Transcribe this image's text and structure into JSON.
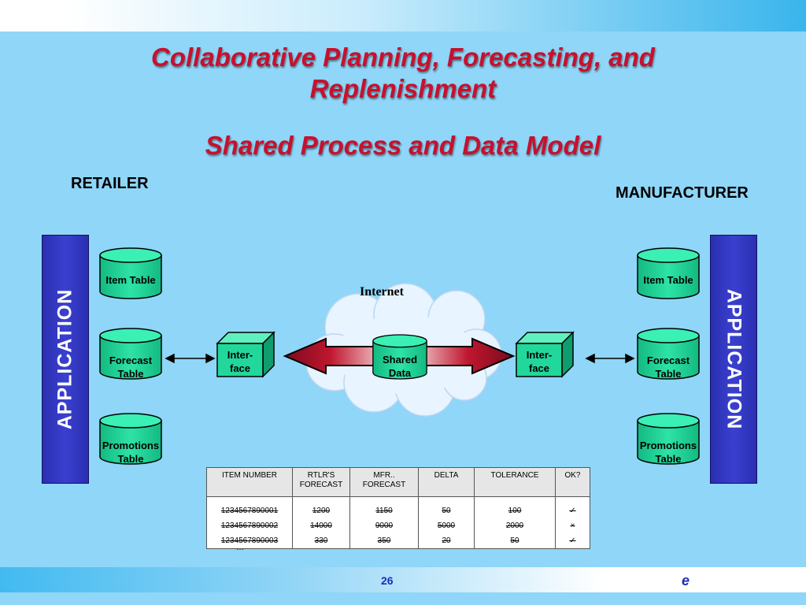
{
  "title_line1": "Collaborative Planning, Forecasting, and",
  "title_line2": "Replenishment",
  "subtitle": "Shared Process and Data Model",
  "retailer": {
    "label": "RETAILER",
    "application": "APPLICATION",
    "tables": [
      "Item Table",
      "Forecast Table",
      "Promotions Table"
    ],
    "interface": "Inter-\nface"
  },
  "manufacturer": {
    "label": "MANUFACTURER",
    "application": "APPLICATION",
    "tables": [
      "Item Table",
      "Forecast Table",
      "Promotions Table"
    ],
    "interface": "Inter-\nface"
  },
  "internet": {
    "label": "Internet",
    "shared": "Shared\nData"
  },
  "data_table": {
    "headers": [
      "ITEM NUMBER",
      "RTLR'S FORECAST",
      "MFR.. FORECAST",
      "DELTA",
      "TOLERANCE",
      "OK?"
    ],
    "rows": [
      [
        "1234567890001",
        "1200",
        "1150",
        "50",
        "100",
        "✓"
      ],
      [
        "1234567890002",
        "14000",
        "9000",
        "5000",
        "2000",
        "×"
      ],
      [
        "1234567890003",
        "330",
        "350",
        "20",
        "50",
        "✓"
      ]
    ],
    "ellipsis": "…"
  },
  "footer": {
    "page": "26",
    "brand": "e"
  },
  "colors": {
    "title": "#c8102e",
    "db_fill": "#1fd196",
    "app_bar": "#3a40cf",
    "arrow": "#a3112a",
    "footer_text": "#1a2fb8"
  }
}
